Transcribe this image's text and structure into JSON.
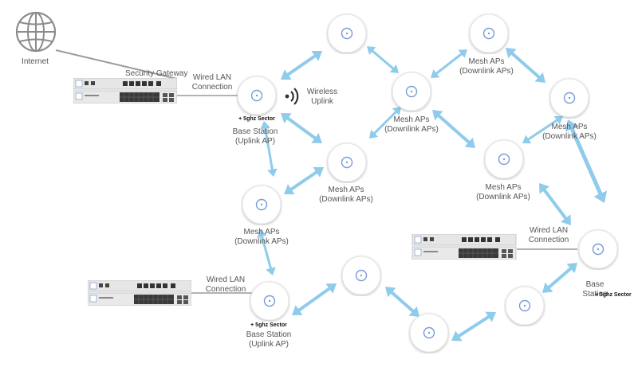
{
  "colors": {
    "arrow": "#8fcbea",
    "ap_ring": "#7a9bd6",
    "ap_body": "#ffffff",
    "device_body": "#e4e4e4",
    "cable": "#9a9a9a",
    "text": "#555555"
  },
  "icons": {
    "internet": "globe-icon",
    "gateway": "switch-rack-icon",
    "access_point": "access-point-icon",
    "wireless": "wifi-signal-icon"
  },
  "labels": {
    "internet": "Internet",
    "security_gateway": "Security Gateway",
    "wired_lan": "Wired LAN\nConnection",
    "wireless_uplink": "Wireless\nUplink",
    "base_station_uplink": "Base Station\n(Uplink AP)",
    "base_station": "Base Station",
    "mesh_downlink": "Mesh APs\n(Downlink APs)",
    "sector_tag": "+ 5ghz Sector"
  }
}
